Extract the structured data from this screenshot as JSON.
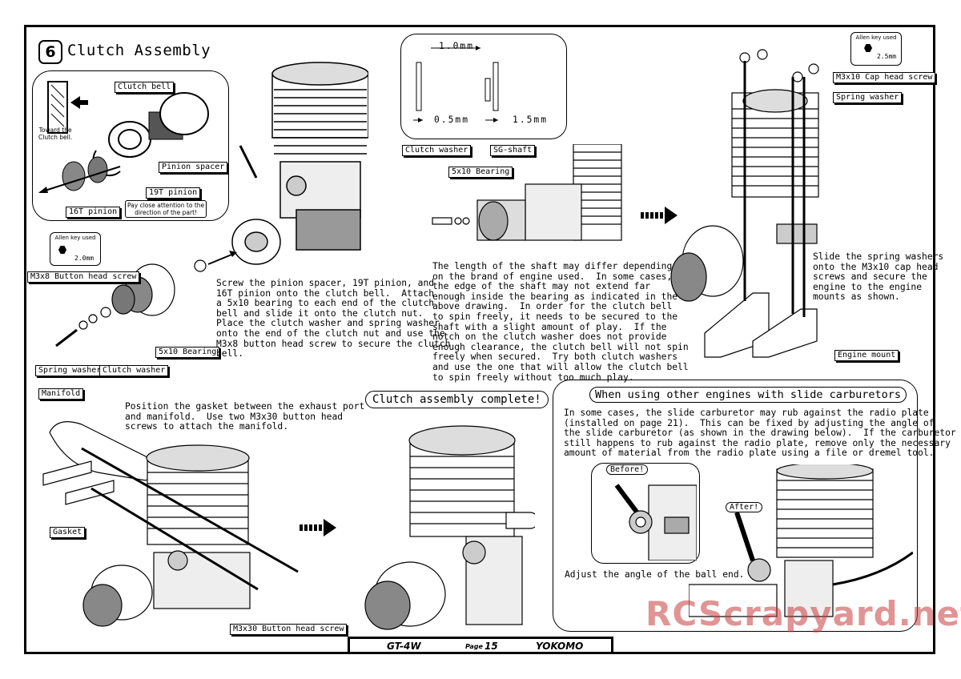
{
  "header": {
    "step_number": "6",
    "title": "Clutch Assembly"
  },
  "inset_clutch_bell": {
    "toward_note": "Toward the\nClutch bell.",
    "attention_note": "Pay close attention to the\ndirection of the part!"
  },
  "labels": {
    "clutch_bell": "Clutch bell",
    "pinion_spacer": "Pinion spacer",
    "pinion_19t": "19T pinion",
    "pinion_16t": "16T pinion",
    "button_head_m3x8": "M3x8 Button head screw",
    "bearing_5x10_left": "5x10 Bearing",
    "spring_washer_left": "Spring washer",
    "clutch_washer_left": "Clutch washer",
    "clutch_washer_mid": "Clutch washer",
    "sg_shaft": "SG-shaft",
    "bearing_5x10_mid": "5x10 Bearing",
    "cap_head_m3x10": "M3x10 Cap head screw",
    "spring_washer_right": "Spring washer",
    "engine_mount": "Engine mount",
    "manifold": "Manifold",
    "gasket": "Gasket",
    "button_head_m3x30": "M3x30 Button head screw"
  },
  "allen_key": {
    "left": {
      "title": "Allen key used",
      "size": "2.0mm"
    },
    "right": {
      "title": "Allen key used",
      "size": "2.5mm"
    }
  },
  "shaft_diagram": {
    "dim_top": "1.0mm",
    "dim_bottom_left": "0.5mm",
    "dim_bottom_right": "1.5mm"
  },
  "texts": {
    "clutch_instructions": "Screw the pinion spacer, 19T pinion, and\n16T pinion onto the clutch bell.  Attach\na 5x10 bearing to each end of the clutch\nbell and slide it onto the clutch nut.\nPlace the clutch washer and spring washer\nonto the end of the clutch nut and use the\nM3x8 button head screw to secure the clutch\nbell.",
    "shaft_note": "The length of the shaft may differ depending\non the brand of engine used.  In some cases,\nthe edge of the shaft may not extend far\nenough inside the bearing as indicated in the\nabove drawing.  In order for the clutch bell\nto spin freely, it needs to be secured to the\nshaft with a slight amount of play.  If the\nnotch on the clutch washer does not provide\nenough clearance, the clutch bell will not spin\nfreely when secured.  Try both clutch washers\nand use the one that will allow the clutch bell\nto spin freely without too much play.",
    "mount_instructions": "Slide the spring washers\nonto the M3x10 cap head\nscrews and secure the\nengine to the engine\nmounts as shown.",
    "manifold_instructions": "Position the gasket between the exhaust port\nand manifold.  Use two M3x30 button head\nscrews to attach the manifold.",
    "complete_banner": "Clutch assembly complete!",
    "slide_carb_title": "When using other engines with slide carburetors",
    "slide_carb_body": "In some cases, the slide carburetor may rub against the radio plate\n(installed on page 21).  This can be fixed by adjusting the angle of\nthe slide carburetor (as shown in the drawing below).  If the carburetor\nstill happens to rub against the radio plate, remove only the necessary\namount of material from the radio plate using a file or dremel tool.",
    "before": "Before!",
    "after": "After!",
    "adjust_note": "Adjust the angle of the ball end."
  },
  "footer": {
    "model": "GT-4W",
    "page_label": "Page",
    "page_number": "15",
    "brand": "YOKOMO"
  },
  "watermark": "RCScrapyard.net"
}
